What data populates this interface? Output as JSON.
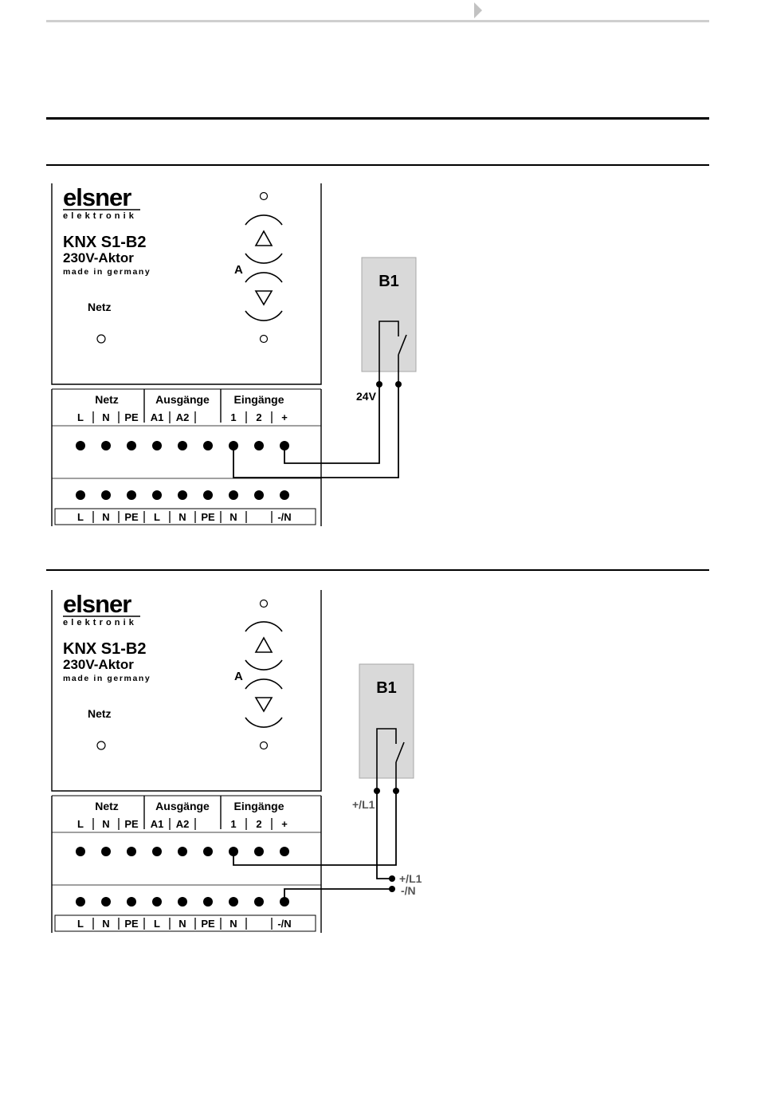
{
  "device": {
    "brand": "elsner",
    "brand_sub": "elektronik",
    "model": "KNX S1-B2",
    "type": "230V-Aktor",
    "origin": "made in germany",
    "status_label": "Netz",
    "channel_label": "A"
  },
  "terminal_groups": {
    "netz": "Netz",
    "ausgaenge": "Ausgänge",
    "eingaenge": "Eingänge"
  },
  "terminals_top": [
    "L",
    "N",
    "PE",
    "A1",
    "A2",
    "",
    "1",
    "2",
    "+"
  ],
  "terminals_bottom": [
    "L",
    "N",
    "PE",
    "L",
    "N",
    "PE",
    "N",
    "",
    "-/N"
  ],
  "sensor_label": "B1",
  "diagram1": {
    "supply_label": "24V"
  },
  "diagram2": {
    "supply_label": "+/L1",
    "ext_plus_label": "+/L1",
    "ext_minus_label": "-/N"
  },
  "colors": {
    "sensor_fill": "#d9d9d9",
    "sensor_stroke": "#a8a8a8",
    "header_rule": "#cfcfcf",
    "header_arrow": "#c2c2c2"
  }
}
